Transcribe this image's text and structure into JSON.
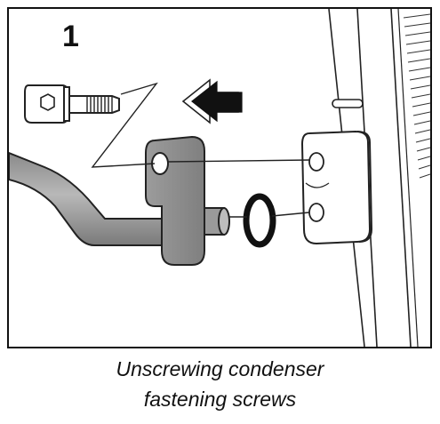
{
  "figure": {
    "callout_label": "1"
  },
  "caption": {
    "line1": "Unscrewing condenser",
    "line2": "fastening screws"
  }
}
